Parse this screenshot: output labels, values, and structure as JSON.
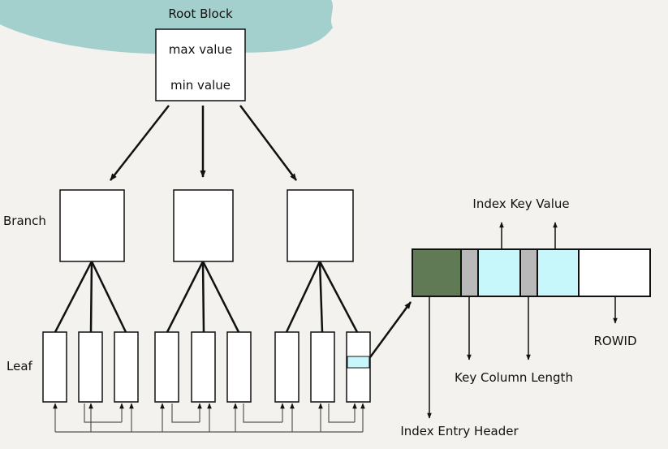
{
  "diagram": {
    "root": {
      "title": "Root Block",
      "line1": "max value",
      "line2": "min value"
    },
    "labels": {
      "branch": "Branch",
      "leaf": "Leaf",
      "index_key_value": "Index Key Value",
      "rowid": "ROWID",
      "key_column_length": "Key Column Length",
      "index_entry_header": "Index Entry Header"
    },
    "entry_segment_colors": {
      "header": "#5f7a55",
      "length": "#b9b9b9",
      "key_value": "#c8f7fb",
      "rowid": "#ffffff"
    },
    "accent_blob": "#a3cfcc"
  }
}
